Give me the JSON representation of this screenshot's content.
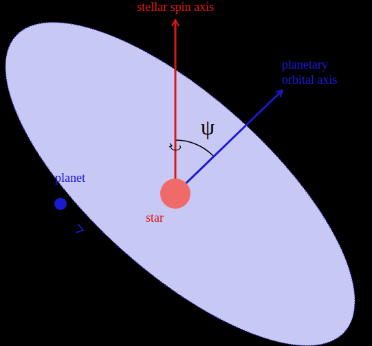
{
  "diagram": {
    "labels": [
      "stellar spin axis",
      "ψ",
      "planetary orbital axis",
      "planet",
      "star"
    ]
  }
}
